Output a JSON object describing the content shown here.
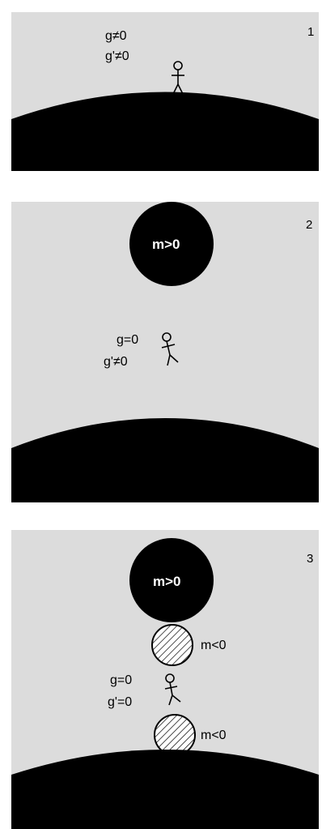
{
  "panels": [
    {
      "number": "1",
      "g_label": "g≠0",
      "g_prime_label": "g'≠0"
    },
    {
      "number": "2",
      "mass_label": "m>0",
      "g_label": "g=0",
      "g_prime_label": "g'≠0"
    },
    {
      "number": "3",
      "mass_label": "m>0",
      "negative_mass_top_label": "m<0",
      "negative_mass_bottom_label": "m<0",
      "g_label": "g=0",
      "g_prime_label": "g'=0"
    }
  ],
  "colors": {
    "panel_background": "#dcdcdc",
    "planet": "#000000",
    "mass_positive": "#000000",
    "mass_negative_fill": "#ffffff"
  }
}
